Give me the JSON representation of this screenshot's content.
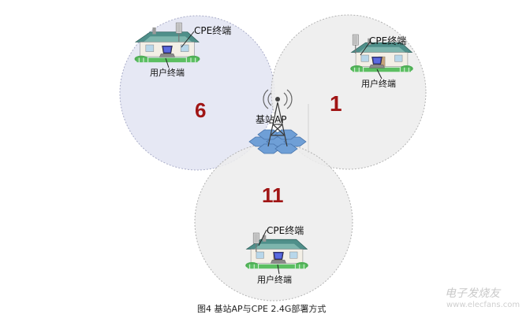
{
  "cells": [
    {
      "channel": "6",
      "cpe_label": "CPE终端",
      "user_label": "用户终端"
    },
    {
      "channel": "1",
      "cpe_label": "CPE终端",
      "user_label": "用户终端"
    },
    {
      "channel": "11",
      "cpe_label": "CPE终端",
      "user_label": "用户终端"
    }
  ],
  "base_station_label": "基站AP",
  "caption": "图4 基站AP与CPE 2.4G部署方式",
  "watermark": {
    "brand": "电子发烧友",
    "url": "www.elecfans.com"
  },
  "colors": {
    "cell_left": "#e3e5f3",
    "cell_other": "#ececec",
    "channel_text": "#a01515",
    "tower_hex": "#6f9fd6"
  }
}
